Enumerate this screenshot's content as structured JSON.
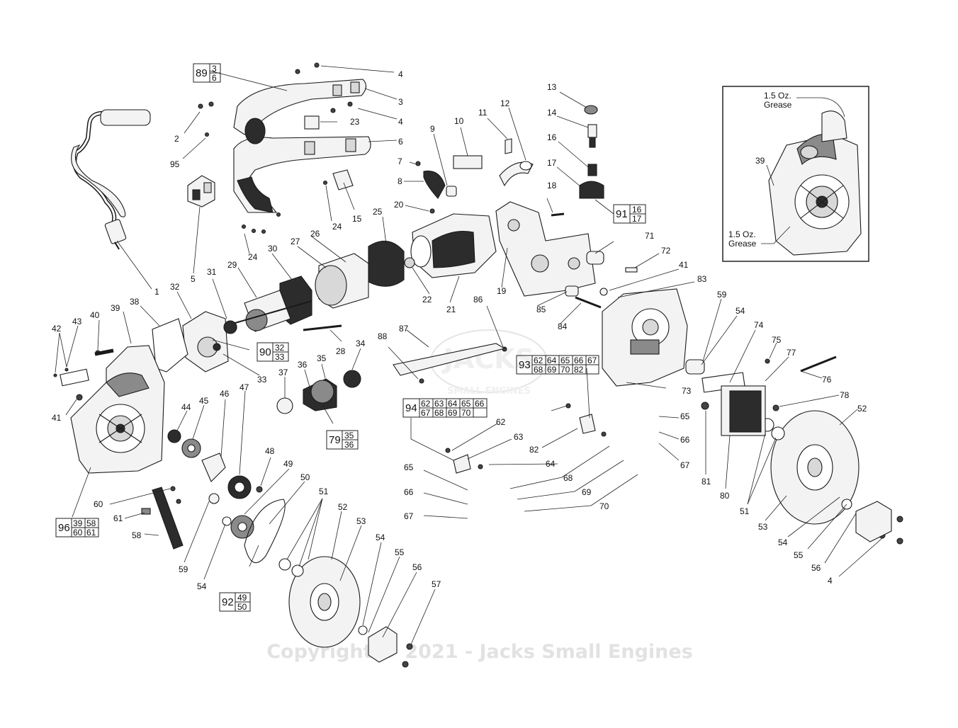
{
  "diagram": {
    "callouts": [
      "1",
      "2",
      "3",
      "4",
      "5",
      "6",
      "7",
      "8",
      "9",
      "10",
      "11",
      "12",
      "13",
      "14",
      "15",
      "16",
      "17",
      "18",
      "19",
      "20",
      "21",
      "22",
      "23",
      "24",
      "25",
      "26",
      "27",
      "28",
      "29",
      "30",
      "31",
      "32",
      "33",
      "34",
      "35",
      "36",
      "37",
      "38",
      "39",
      "40",
      "41",
      "42",
      "43",
      "44",
      "45",
      "46",
      "47",
      "48",
      "49",
      "50",
      "51",
      "52",
      "53",
      "54",
      "55",
      "56",
      "57",
      "58",
      "59",
      "60",
      "61",
      "62",
      "63",
      "64",
      "65",
      "66",
      "67",
      "68",
      "69",
      "70",
      "71",
      "72",
      "73",
      "74",
      "75",
      "76",
      "77",
      "78",
      "79",
      "80",
      "81",
      "82",
      "83",
      "84",
      "85",
      "86",
      "87",
      "88",
      "95"
    ],
    "kits": [
      {
        "id": "89",
        "parts": [
          "3",
          "6"
        ]
      },
      {
        "id": "90",
        "parts": [
          "32",
          "33"
        ]
      },
      {
        "id": "91",
        "parts": [
          "16",
          "17"
        ]
      },
      {
        "id": "79",
        "parts": [
          "35",
          "36"
        ]
      },
      {
        "id": "92",
        "parts": [
          "49",
          "50"
        ]
      },
      {
        "id": "96",
        "parts": [
          "39",
          "58",
          "60",
          "61"
        ]
      },
      {
        "id": "93",
        "parts": [
          "62",
          "64",
          "65",
          "66",
          "67",
          "68",
          "69",
          "70",
          "82"
        ]
      },
      {
        "id": "94",
        "parts": [
          "62",
          "63",
          "64",
          "65",
          "66",
          "67",
          "68",
          "69",
          "70"
        ]
      }
    ],
    "inset": {
      "part": "39",
      "grease_top": [
        "1.5 Oz.",
        "Grease"
      ],
      "grease_bottom": [
        "1.5 Oz.",
        "Grease"
      ]
    },
    "watermark": {
      "logo": "JACKS",
      "logo_sub": "SMALL ENGINES",
      "copyright": "Copyright © 2021 - Jacks Small Engines"
    }
  }
}
